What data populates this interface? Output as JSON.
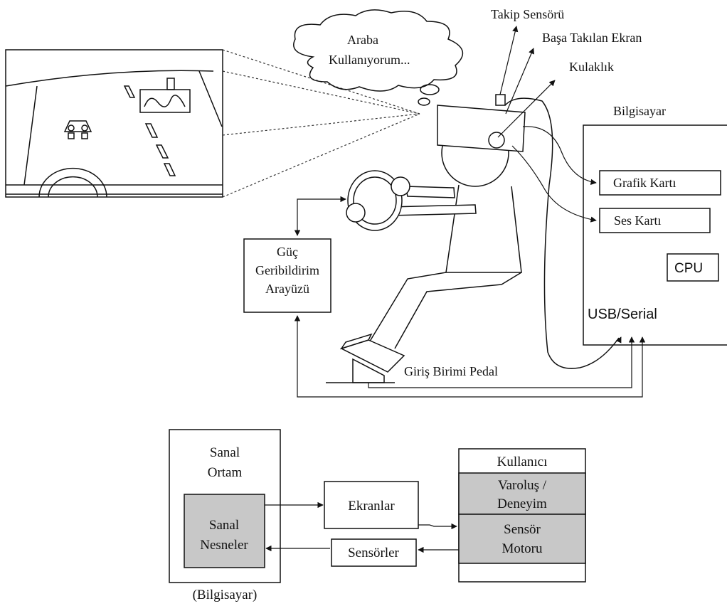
{
  "top": {
    "thought": [
      "Araba",
      "Kullanıyorum..."
    ],
    "labels": {
      "tracking_sensor": "Takip Sensörü",
      "head_mounted_display": "Başa Takılan Ekran",
      "headphone": "Kulaklık",
      "computer": "Bilgisayar",
      "graphics_card": "Grafik Kartı",
      "sound_card": "Ses Kartı",
      "cpu": "CPU",
      "usb_serial": "USB/Serial",
      "force_feedback": [
        "Güç",
        "Geribildirim",
        "Arayüzü"
      ],
      "pedal": "Giriş Birimi Pedal"
    }
  },
  "bottom": {
    "virtual_env": [
      "Sanal",
      "Ortam"
    ],
    "virtual_objects": [
      "Sanal",
      "Nesneler"
    ],
    "computer_caption": "(Bilgisayar)",
    "displays": "Ekranlar",
    "sensors": "Sensörler",
    "user": "Kullanıcı",
    "presence": [
      "Varoluş /",
      "Deneyim"
    ],
    "sensor_motor": [
      "Sensör",
      "Motoru"
    ]
  }
}
